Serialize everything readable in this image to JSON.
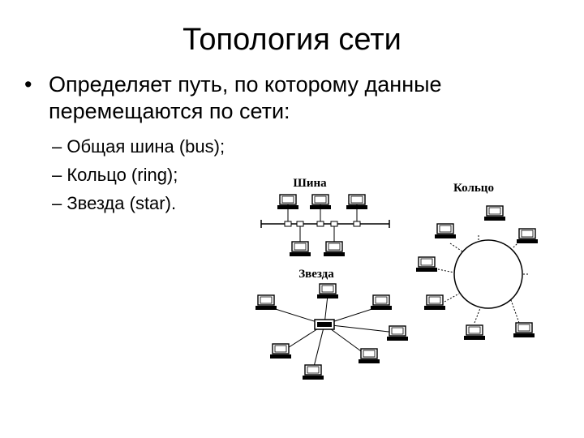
{
  "slide": {
    "title": "Топология сети",
    "bullet_marker": "•",
    "bullet_text": "Определяет путь, по которому данные перемещаются по сети:",
    "sub_items": [
      "– Общая шина (bus);",
      "– Кольцо (ring);",
      "– Звезда (star)."
    ]
  },
  "diagrams": {
    "bus_label": "Шина",
    "ring_label": "Кольцо",
    "star_label": "Звезда"
  }
}
